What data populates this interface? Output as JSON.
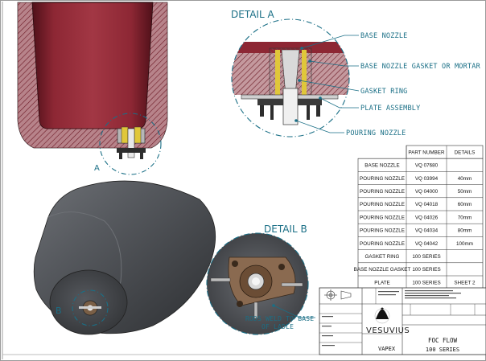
{
  "detail_a": {
    "title": "DETAIL A",
    "callouts": [
      "BASE NOZZLE",
      "BASE NOZZLE GASKET OR MORTAR",
      "GASKET RING",
      "PLATE ASSEMBLY",
      "POURING NOZZLE"
    ]
  },
  "section_marker": "A",
  "detail_b": {
    "title": "DETAIL B",
    "callout_line1": "RODS WELD TO BASE",
    "callout_line2": "OF LADLE"
  },
  "iso_marker": "B",
  "parts_table": {
    "headers": [
      "",
      "PART NUMBER",
      "DETAILS"
    ],
    "rows": [
      [
        "BASE NOZZLE",
        "VQ 07680",
        ""
      ],
      [
        "POURING NOZZLE",
        "VQ 03994",
        "40mm"
      ],
      [
        "POURING NOZZLE",
        "VQ 04000",
        "50mm"
      ],
      [
        "POURING NOZZLE",
        "VQ 04018",
        "60mm"
      ],
      [
        "POURING NOZZLE",
        "VQ 04026",
        "70mm"
      ],
      [
        "POURING NOZZLE",
        "VQ 04034",
        "80mm"
      ],
      [
        "POURING NOZZLE",
        "VQ 04042",
        "100mm"
      ],
      [
        "GASKET RING",
        "100 SERIES",
        ""
      ],
      [
        "BASE NOZZLE GASKET",
        "100 SERIES",
        ""
      ],
      [
        "PLATE",
        "100 SERIES",
        "SHEET 2"
      ]
    ]
  },
  "title_block": {
    "company": "VESUVIUS",
    "drawing_title": "FOC FLOW",
    "series": "100 SERIES",
    "project": "VAPEX"
  },
  "colors": {
    "ladle_red": "#8a2230",
    "callout_teal": "#1a6f86",
    "body_gray": "#4b4e52"
  }
}
